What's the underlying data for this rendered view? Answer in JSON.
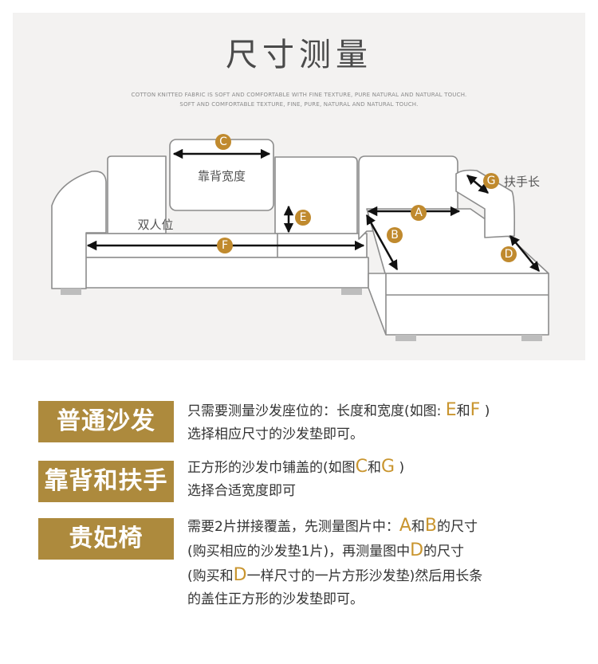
{
  "header": {
    "title": "尺寸测量",
    "subtitle_line1": "COTTON KNITTED FABRIC IS SOFT AND COMFORTABLE WITH FINE TEXTURE, PURE NATURAL AND NATURAL TOUCH.",
    "subtitle_line2": "SOFT AND COMFORTABLE TEXTURE, FINE, PURE, NATURAL AND NATURAL TOUCH."
  },
  "diagram": {
    "labels": {
      "back_width": "靠背宽度",
      "double_seat": "双人位",
      "armrest_length": "扶手长"
    },
    "markers": [
      "A",
      "B",
      "C",
      "D",
      "E",
      "F",
      "G"
    ],
    "colors": {
      "marker_fill": "#c08a2e",
      "outline": "#8c8c8c",
      "arrow": "#111111",
      "panel_bg": "#f3f2f1"
    }
  },
  "sections": [
    {
      "badge": "普通沙发",
      "line1_pre": "只需要测量沙发座位的：长度和宽度(如图: ",
      "line1_h1": "E",
      "line1_mid": "和",
      "line1_h2": "F",
      "line1_post": " )",
      "line2": "选择相应尺寸的沙发垫即可。"
    },
    {
      "badge": "靠背和扶手",
      "line1_pre": "正方形的沙发巾铺盖的(如图",
      "line1_h1": "C",
      "line1_mid": "和",
      "line1_h2": "G",
      "line1_post": " )",
      "line2": "选择合适宽度即可"
    },
    {
      "badge": "贵妃椅",
      "line1_pre": "需要2片拼接覆盖，先测量图片中：",
      "line1_h1": "A",
      "line1_mid": "和",
      "line1_h2": "B",
      "line1_post": "的尺寸",
      "line2_pre": "(购买相应的沙发垫1片)，再测量图中",
      "line2_h": "D",
      "line2_post": "的尺寸",
      "line3_pre": "(购买和",
      "line3_h": "D",
      "line3_post": "一样尺寸的一片方形沙发垫)然后用长条",
      "line4": "的盖住正方形的沙发垫即可。"
    }
  ]
}
